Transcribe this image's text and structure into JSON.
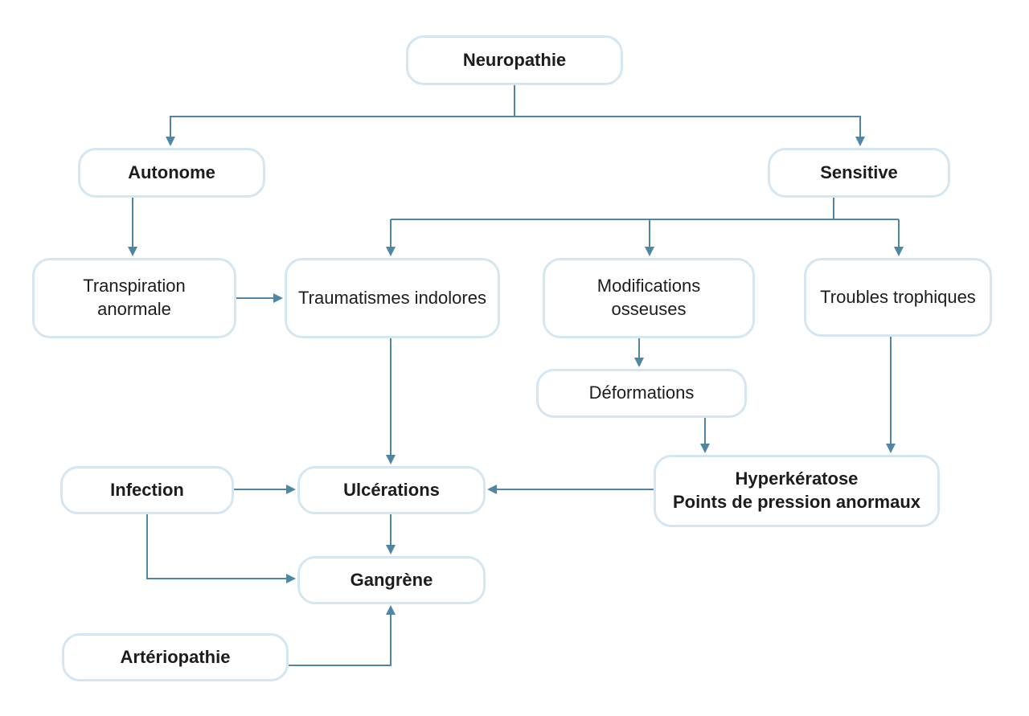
{
  "nodes": {
    "neuropathie": "Neuropathie",
    "autonome": "Autonome",
    "sensitive": "Sensitive",
    "transpiration": [
      "Transpiration",
      "anormale"
    ],
    "traumatismes": "Traumatismes indolores",
    "modifications": [
      "Modifications",
      "osseuses"
    ],
    "troubles": "Troubles trophiques",
    "deformations": "Déformations",
    "hyperkeratose": [
      "Hyperkératose",
      "Points de pression anormaux"
    ],
    "infection": "Infection",
    "ulcerations": "Ulcérations",
    "gangrene": "Gangrène",
    "arteriopathie": "Artériopathie"
  },
  "colors": {
    "box_border": "#d4e6f1",
    "connector": "#4f86a3",
    "text": "#1c1c1c"
  }
}
